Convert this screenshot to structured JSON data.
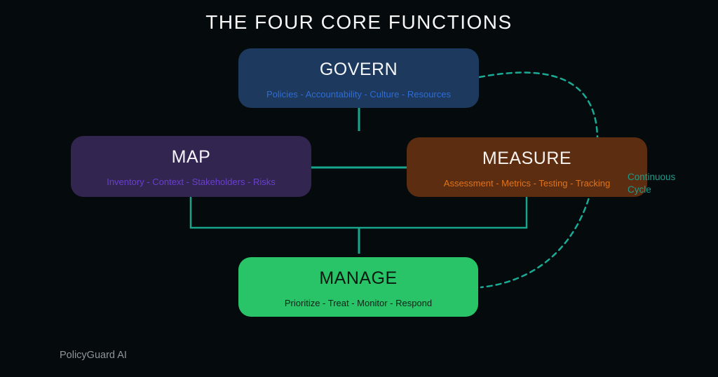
{
  "title": "THE FOUR CORE FUNCTIONS",
  "diagram": {
    "nodes": [
      {
        "id": "govern",
        "label": "GOVERN",
        "subtitle": "Policies - Accountability - Culture - Resources"
      },
      {
        "id": "map",
        "label": "MAP",
        "subtitle": "Inventory - Context - Stakeholders - Risks"
      },
      {
        "id": "measure",
        "label": "MEASURE",
        "subtitle": "Assessment - Metrics - Testing - Tracking"
      },
      {
        "id": "manage",
        "label": "MANAGE",
        "subtitle": "Prioritize - Treat - Monitor - Respond"
      }
    ],
    "cycle_label": {
      "line1": "Continuous",
      "line2": "Cycle"
    }
  },
  "footer": {
    "brand": "PolicyGuard AI"
  },
  "colors": {
    "background": "#050a0c",
    "govern_box": "#1d3a5e",
    "govern_subtitle": "#2e6bd4",
    "map_box": "#32254f",
    "map_subtitle": "#6a3fd0",
    "measure_box": "#5c2d10",
    "measure_subtitle": "#e0731a",
    "manage_box": "#29c368",
    "manage_text": "#0e2417",
    "connector": "#17a58e",
    "cycle_dashed": "#1aab96",
    "cycle_label_text": "#1d9c8c",
    "title_text": "#f7f7f7",
    "footer_text": "#8f959d"
  }
}
